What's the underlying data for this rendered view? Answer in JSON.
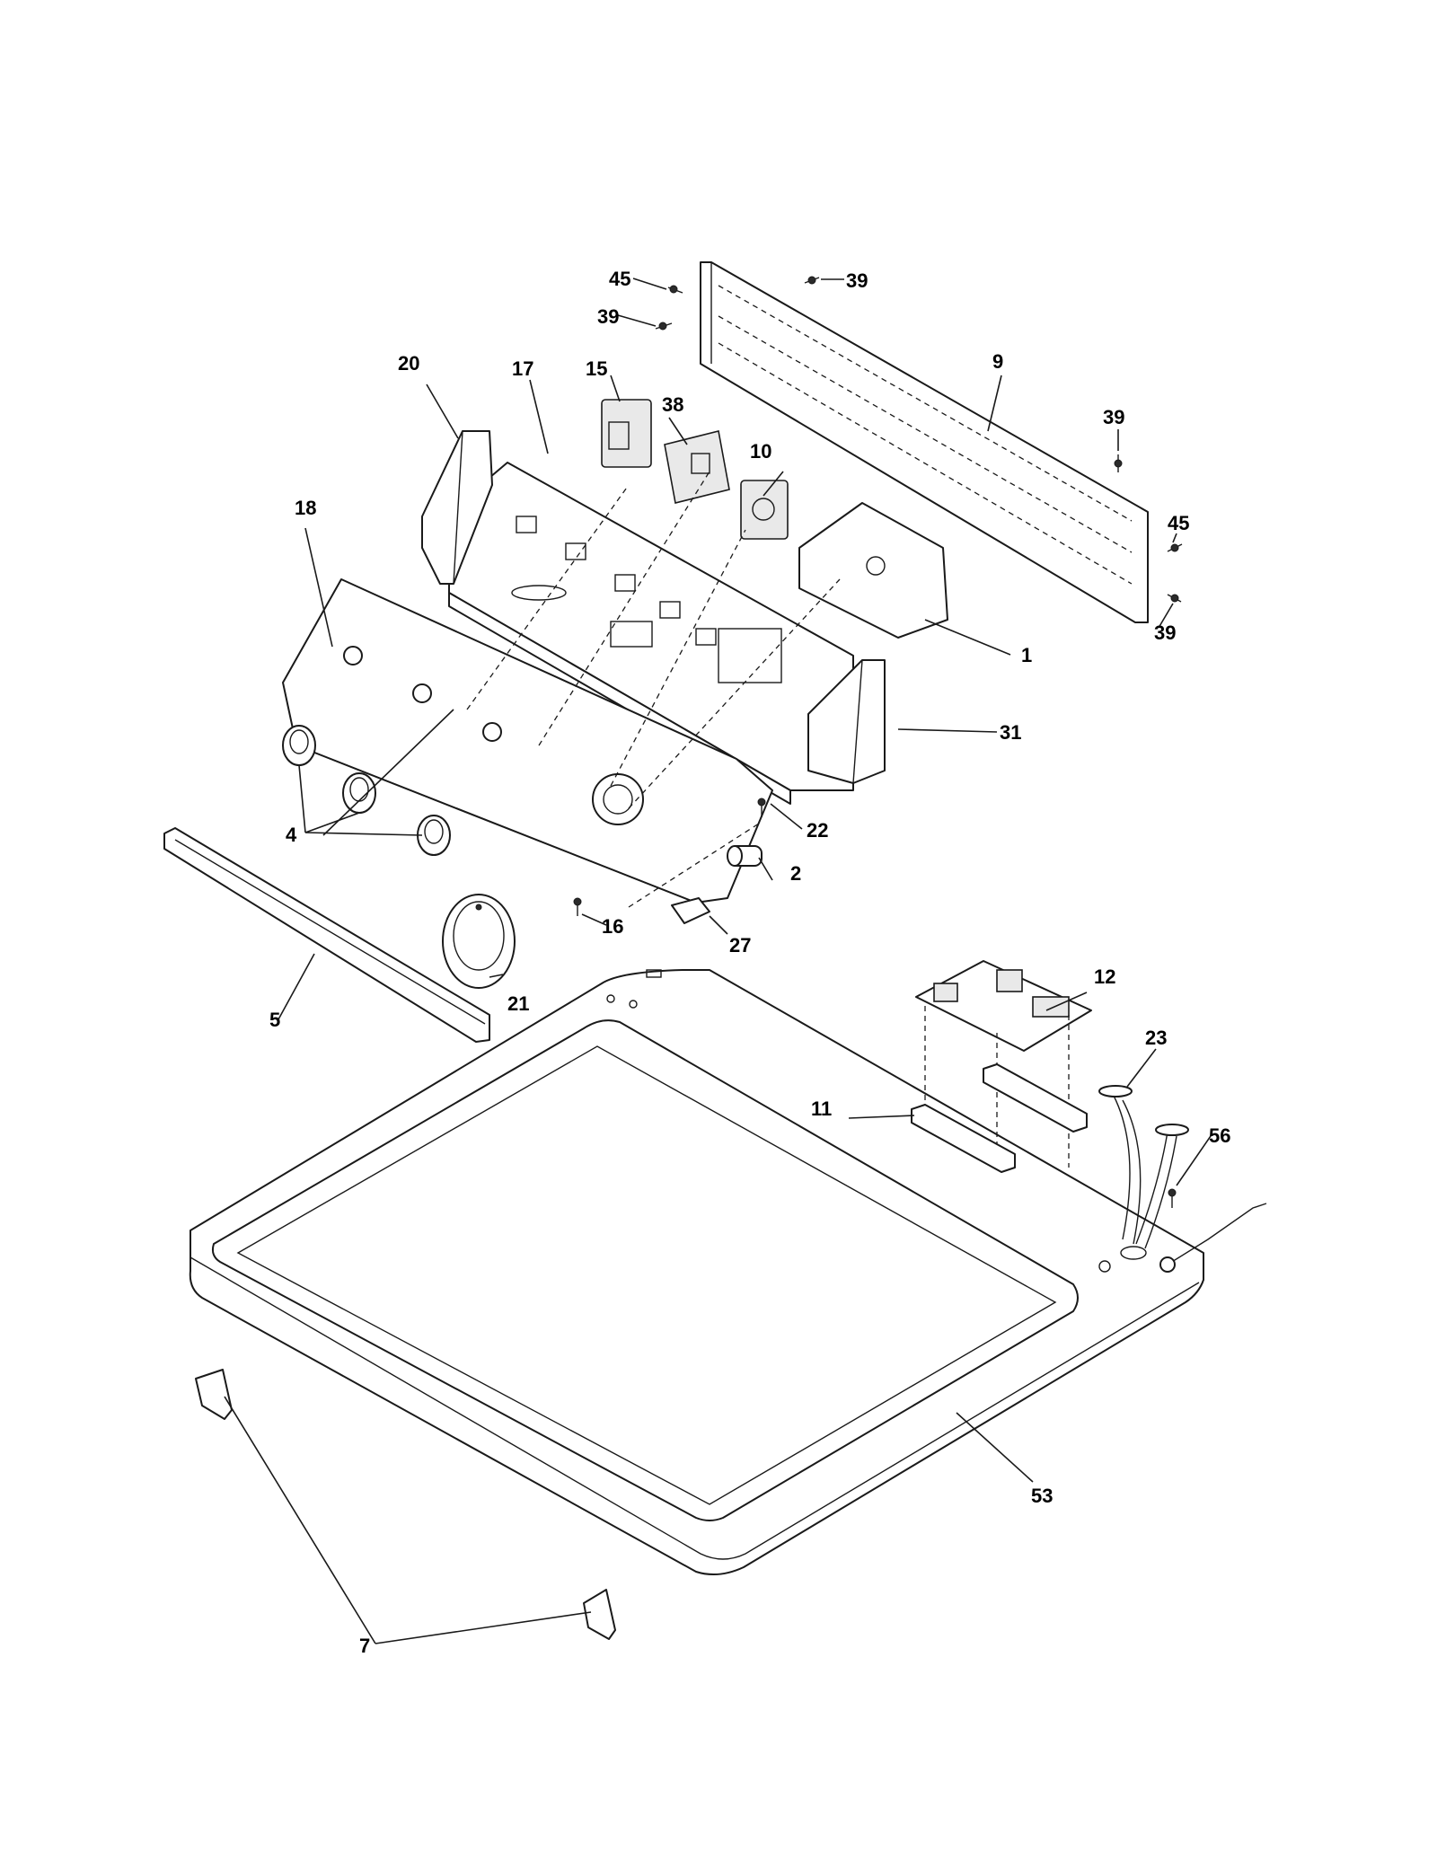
{
  "callouts": {
    "c1": "1",
    "c2": "2",
    "c4": "4",
    "c5": "5",
    "c7": "7",
    "c9": "9",
    "c10": "10",
    "c11": "11",
    "c12": "12",
    "c15": "15",
    "c16": "16",
    "c17": "17",
    "c18": "18",
    "c20": "20",
    "c21": "21",
    "c22": "22",
    "c23": "23",
    "c27": "27",
    "c31": "31",
    "c38": "38",
    "c39a": "39",
    "c39b": "39",
    "c39c": "39",
    "c39d": "39",
    "c45a": "45",
    "c45b": "45",
    "c53": "53",
    "c56": "56"
  }
}
